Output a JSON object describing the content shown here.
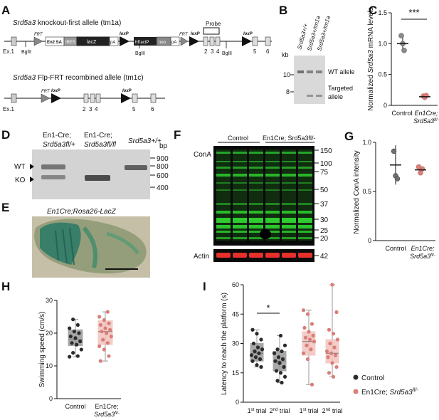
{
  "panels": [
    "A",
    "B",
    "C",
    "D",
    "E",
    "F",
    "G",
    "H",
    "I"
  ],
  "panelA": {
    "title1_gene": "Srd5a3",
    "title1_rest": " knockout-first allele (tm1a)",
    "title2_gene": "Srd5a3",
    "title2_rest": " Flp-FRT recombined allele (tm1c)",
    "exon1": "Ex.1",
    "bglII": "BglII",
    "frt": "FRT",
    "loxp": "loxP",
    "en2sa": "En2 SA",
    "ires": "IRES",
    "lacz": "lacZ",
    "pa": "pA",
    "hbactp": "hBactP",
    "neo": "neo",
    "probe": "Probe",
    "exons_row1": [
      "2",
      "3",
      "4",
      "5",
      "6"
    ],
    "exons_row2": [
      "2",
      "3",
      "4",
      "5",
      "6"
    ]
  },
  "panelB": {
    "kb": "kb",
    "lanes": [
      "Srd5a3+/+",
      "Srd5a3+/tm1a",
      "Srd5a3+/tm1a"
    ],
    "markers": [
      "10",
      "8"
    ],
    "wt_label": "WT allele",
    "targeted_label_1": "Targeted",
    "targeted_label_2": "allele"
  },
  "panelD": {
    "lanes_1": [
      "En1-Cre;",
      "En1-Cre;",
      "Srd5a3+/+"
    ],
    "lanes_2": [
      "Srd5a3fl/+",
      "Srd5a3fl/fl"
    ],
    "bp": "bp",
    "markers": [
      "900",
      "800",
      "600",
      "400"
    ],
    "wt": "WT",
    "ko": "KO"
  },
  "panelE": {
    "title": "En1Cre;Rosa26-LacZ"
  },
  "panelF": {
    "group1": "Control",
    "group2": "En1Cre; Srd5a3fl/-",
    "conA": "ConA",
    "actin": "Actin",
    "markers": [
      "150",
      "100",
      "75",
      "50",
      "37",
      "30",
      "25",
      "20"
    ],
    "actin_marker": "42"
  },
  "colors": {
    "control": "#2b2b2b",
    "ko": "#d97e78",
    "control_box": "#9a9a9a",
    "ko_box": "#f3c2bd",
    "green": "#2ecc2e",
    "red": "#e8302a"
  },
  "chart_data": [
    {
      "panel": "C",
      "type": "scatter",
      "ylabel_prefix": "Normalized ",
      "ylabel_gene": "Srd5a3",
      "ylabel_suffix": " mRNA levels",
      "ylim": [
        0,
        1.5
      ],
      "yticks": [
        "0",
        "0.5",
        "1.0",
        "1.5"
      ],
      "categories": [
        "Control",
        "En1Cre; Srd5a3fl/-"
      ],
      "series": [
        {
          "name": "Control",
          "values": [
            1.13,
            1.0,
            0.89
          ],
          "mean": 1.0,
          "sd": 0.12
        },
        {
          "name": "En1Cre; Srd5a3fl/-",
          "values": [
            0.15,
            0.13,
            0.16
          ],
          "mean": 0.14,
          "sd": 0.02
        }
      ],
      "significance": "***"
    },
    {
      "panel": "G",
      "type": "scatter",
      "ylabel": "Normalized ConA intensity",
      "ylim": [
        0,
        1.0
      ],
      "yticks": [
        "0",
        "0.5",
        "1.0"
      ],
      "categories": [
        "Control",
        "En1Cre; Srd5a3fl/-"
      ],
      "series": [
        {
          "name": "Control",
          "values": [
            0.91,
            0.66,
            0.63
          ],
          "mean": 0.77,
          "sd": 0.2
        },
        {
          "name": "En1Cre; Srd5a3fl/-",
          "values": [
            0.75,
            0.69,
            0.73
          ],
          "mean": 0.72,
          "sd": 0.05
        }
      ]
    },
    {
      "panel": "H",
      "type": "box",
      "ylabel": "Swimming speed (cm/s)",
      "ylim": [
        0,
        30
      ],
      "yticks": [
        "0",
        "10",
        "20",
        "30"
      ],
      "categories": [
        "Control",
        "En1Cre; Srd5a3fl/-"
      ],
      "boxes": [
        {
          "name": "Control",
          "min": 12.8,
          "q1": 16.2,
          "median": 18.0,
          "q3": 21.0,
          "max": 24.2
        },
        {
          "name": "En1Cre; Srd5a3fl/-",
          "min": 11.5,
          "q1": 16.5,
          "median": 20.5,
          "q3": 23.8,
          "max": 26.5
        }
      ],
      "points": [
        [
          24.2,
          22.5,
          21.5,
          20.5,
          20,
          19,
          18.5,
          17.5,
          17,
          16.5,
          15,
          14,
          13,
          12.8
        ],
        [
          26.5,
          25,
          24,
          23,
          22.5,
          21.5,
          21,
          20.5,
          20,
          19,
          18,
          17,
          16,
          15,
          13,
          11.5
        ]
      ]
    },
    {
      "panel": "I",
      "type": "box",
      "ylabel": "Latency to reach the platform (s)",
      "ylim": [
        0,
        60
      ],
      "yticks": [
        "0",
        "15",
        "30",
        "45",
        "60"
      ],
      "categories": [
        "1st trial",
        "2nd trial",
        "1st trial",
        "2nd trial"
      ],
      "boxes": [
        {
          "name": "Control 1st",
          "min": 18,
          "q1": 21,
          "median": 25,
          "q3": 30,
          "max": 37
        },
        {
          "name": "Control 2nd",
          "min": 10,
          "q1": 16,
          "median": 21,
          "q3": 26,
          "max": 34
        },
        {
          "name": "En1Cre 1st",
          "min": 9,
          "q1": 24,
          "median": 31,
          "q3": 36,
          "max": 47
        },
        {
          "name": "En1Cre 2nd",
          "min": 13,
          "q1": 20,
          "median": 25,
          "q3": 32,
          "max": 60
        }
      ],
      "points": [
        [
          37,
          35,
          32,
          30,
          28,
          27,
          26,
          25,
          24,
          23,
          22,
          21,
          19,
          18
        ],
        [
          34,
          29,
          27,
          26,
          25,
          23,
          22,
          21,
          20,
          18,
          16,
          15,
          13,
          11,
          10
        ],
        [
          47,
          45,
          40,
          38,
          36,
          34,
          33,
          32,
          31,
          29,
          27,
          25,
          22,
          9
        ],
        [
          60,
          46,
          37,
          35,
          32,
          30,
          28,
          26,
          25,
          24,
          23,
          20,
          18,
          15,
          13
        ]
      ],
      "significance": "*",
      "legend": [
        {
          "label": "Control",
          "color": "#2b2b2b"
        },
        {
          "label_prefix": "En1Cre; ",
          "label_gene": "Srd5a3",
          "label_sup": "fl/-",
          "color": "#d97e78"
        }
      ]
    }
  ]
}
